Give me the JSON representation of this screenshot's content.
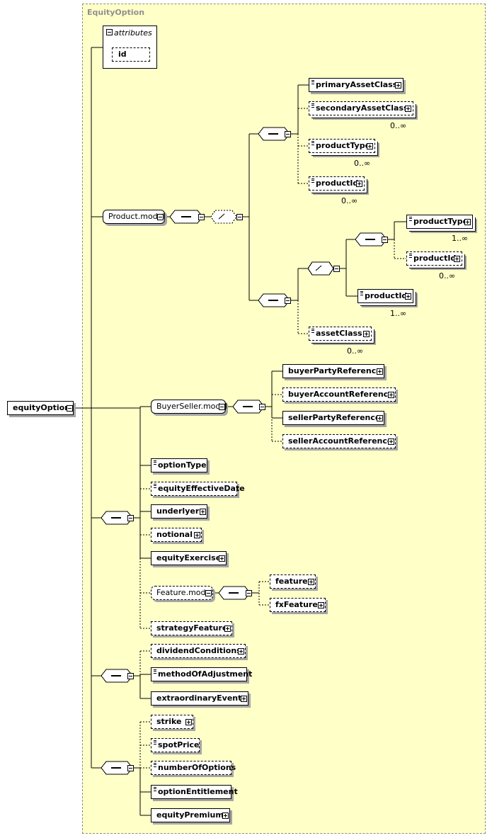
{
  "diagram": {
    "title": "EquityOption",
    "root": "equityOption",
    "attributes": {
      "label": "attributes",
      "items": [
        "id"
      ]
    },
    "groups": {
      "product_model": "Product.model",
      "buyerseller_model": "BuyerSeller.model",
      "feature_model": "Feature.model"
    },
    "elements": {
      "primaryAssetClass": "primaryAssetClass",
      "secondaryAssetClass": "secondaryAssetClass",
      "productType1": "productType",
      "productId1": "productId",
      "productType2": "productType",
      "productId2": "productId",
      "productId3": "productId",
      "assetClass": "assetClass",
      "buyerPartyReference": "buyerPartyReference",
      "buyerAccountReference": "buyerAccountReference",
      "sellerPartyReference": "sellerPartyReference",
      "sellerAccountReference": "sellerAccountReference",
      "optionType": "optionType",
      "equityEffectiveDate": "equityEffectiveDate",
      "underlyer": "underlyer",
      "notional": "notional",
      "equityExercise": "equityExercise",
      "feature": "feature",
      "fxFeature": "fxFeature",
      "strategyFeature": "strategyFeature",
      "dividendConditions": "dividendConditions",
      "methodOfAdjustment": "methodOfAdjustment",
      "extraordinaryEvents": "extraordinaryEvents",
      "strike": "strike",
      "spotPrice": "spotPrice",
      "numberOfOptions": "numberOfOptions",
      "optionEntitlement": "optionEntitlement",
      "equityPremium": "equityPremium"
    },
    "cardinalities": {
      "secondaryAssetClass": "0..∞",
      "productType1": "0..∞",
      "productId1": "0..∞",
      "productType2": "1..∞",
      "productId2": "0..∞",
      "productId3": "1..∞",
      "assetClass": "0..∞"
    }
  }
}
